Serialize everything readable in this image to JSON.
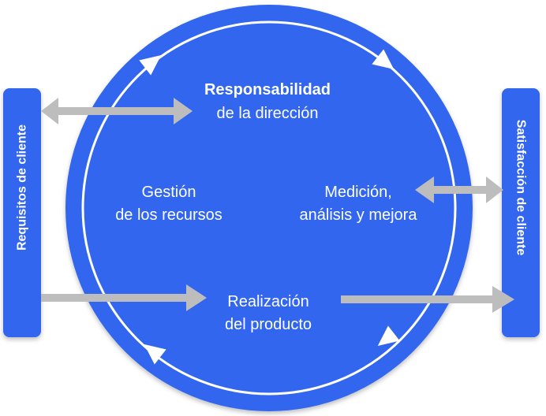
{
  "colors": {
    "primary_blue": "#3366ee",
    "arrow_gray": "#bdbdbd",
    "text_white": "#ffffff"
  },
  "left_bar": {
    "label": "Requisitos de cliente"
  },
  "right_bar": {
    "label": "Satisfacción de cliente"
  },
  "nodes": {
    "management": {
      "line1": "Responsabilidad",
      "line2": "de la dirección"
    },
    "resources": {
      "line1": "Gestión",
      "line2": "de los recursos"
    },
    "measurement": {
      "line1": "Medición,",
      "line2": "análisis y mejora"
    },
    "product": {
      "line1": "Realización",
      "line2": "del producto"
    }
  }
}
